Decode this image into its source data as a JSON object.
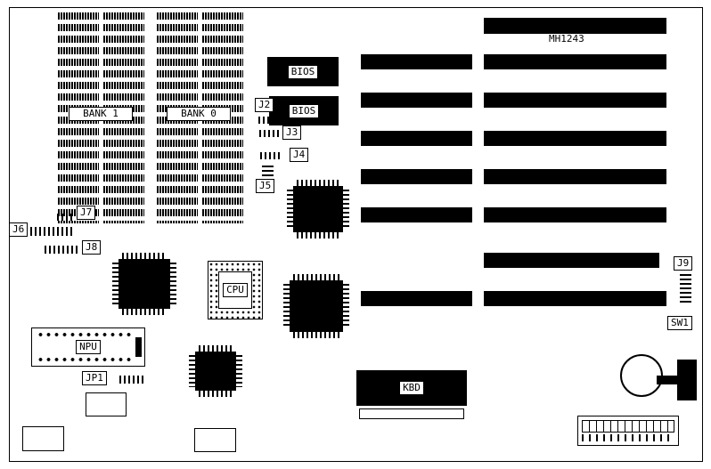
{
  "diagram": {
    "part_number": "MH1243",
    "memory": {
      "bank1": "BANK 1",
      "bank0": "BANK 0"
    },
    "chips": {
      "bios1": "BIOS",
      "bios2": "BIOS",
      "cpu": "CPU",
      "npu": "NPU",
      "kbd": "KBD"
    },
    "jumpers": {
      "j2": "J2",
      "j3": "J3",
      "j4": "J4",
      "j5": "J5",
      "j6": "J6",
      "j7": "J7",
      "j8": "J8",
      "j9": "J9",
      "jp1": "JP1",
      "sw1": "SW1"
    }
  }
}
